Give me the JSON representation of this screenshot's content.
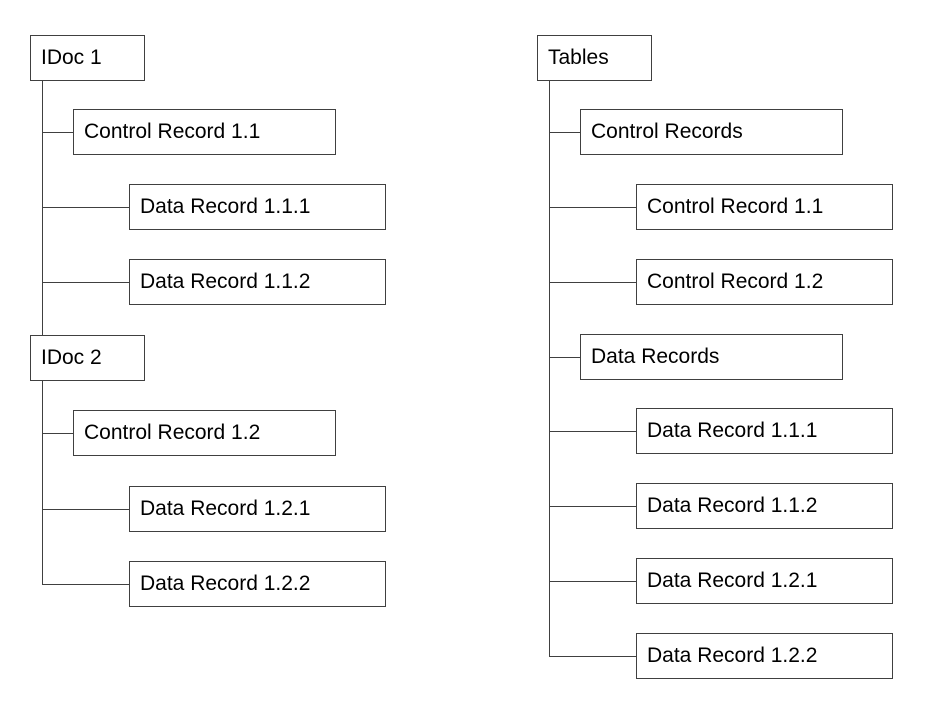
{
  "left_tree": {
    "nodes": [
      {
        "label": "IDoc 1"
      },
      {
        "label": "Control Record 1.1"
      },
      {
        "label": "Data Record 1.1.1"
      },
      {
        "label": "Data Record 1.1.2"
      },
      {
        "label": "IDoc 2"
      },
      {
        "label": "Control Record 1.2"
      },
      {
        "label": "Data Record 1.2.1"
      },
      {
        "label": "Data Record 1.2.2"
      }
    ]
  },
  "right_tree": {
    "nodes": [
      {
        "label": "Tables"
      },
      {
        "label": "Control Records"
      },
      {
        "label": "Control Record 1.1"
      },
      {
        "label": "Control Record 1.2"
      },
      {
        "label": "Data Records"
      },
      {
        "label": "Data Record 1.1.1"
      },
      {
        "label": "Data Record 1.1.2"
      },
      {
        "label": "Data Record 1.2.1"
      },
      {
        "label": "Data Record 1.2.2"
      }
    ]
  },
  "colors": {
    "background": "#ffffff",
    "box_border": "#404040",
    "connector": "#404040",
    "text": "#000000"
  }
}
